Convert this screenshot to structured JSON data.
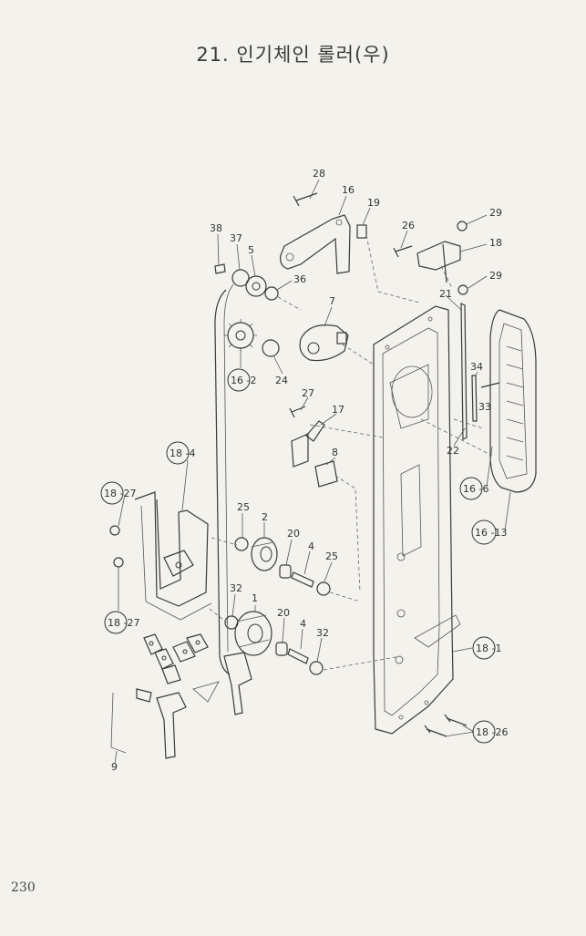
{
  "title": "21. 인기체인 롤러(우)",
  "page_number": "230",
  "callouts": {
    "c28": "28",
    "c16": "16",
    "c19": "19",
    "c26": "26",
    "c29a": "29",
    "c18": "18",
    "c29b": "29",
    "c38": "38",
    "c37": "37",
    "c5": "5",
    "c36": "36",
    "c7": "7",
    "c21": "21",
    "c34": "34",
    "c33": "33",
    "c22": "22",
    "c27": "27",
    "c17": "17",
    "c8": "8",
    "c16_2": "16 -2",
    "c24": "24",
    "c18_4": "18 -4",
    "c18_27a": "18 -27",
    "c25a": "25",
    "c2": "2",
    "c20a": "20",
    "c4a": "4",
    "c25b": "25",
    "c16_6": "16 -6",
    "c16_13": "16 -13",
    "c32a": "32",
    "c1": "1",
    "c20b": "20",
    "c4b": "4",
    "c32b": "32",
    "c18_1": "18 -1",
    "c18_27b": "18 -27",
    "c18_26": "18 -26",
    "c9": "9"
  }
}
